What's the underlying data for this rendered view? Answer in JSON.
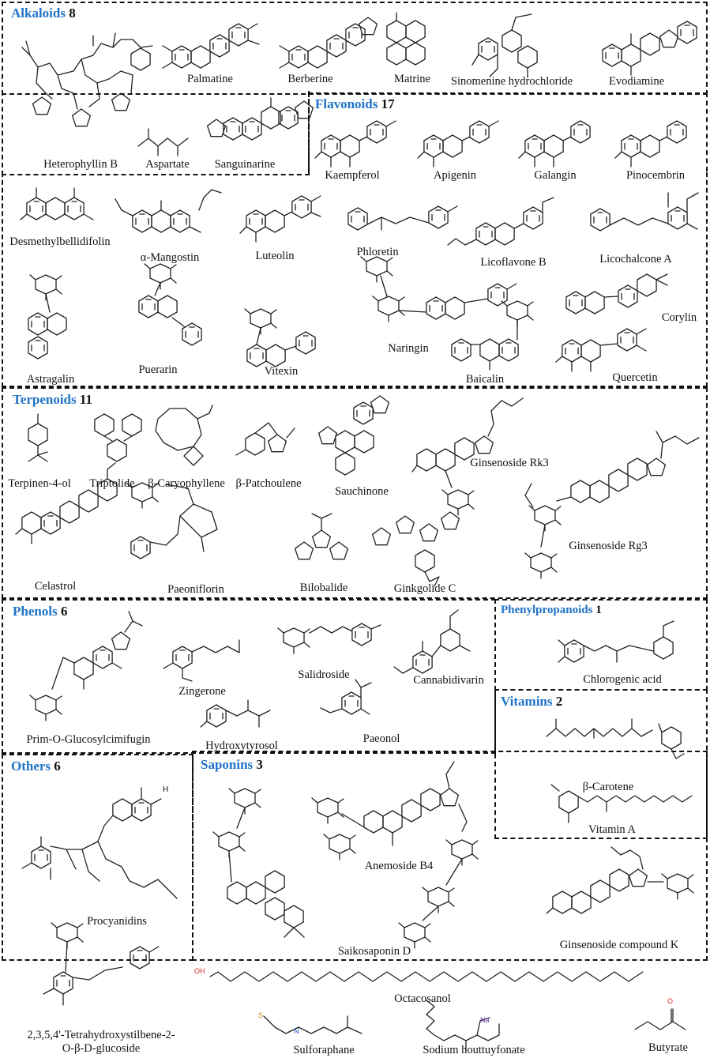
{
  "groups": {
    "alkaloids": {
      "name": "Alkaloids",
      "count": "8"
    },
    "flavonoids": {
      "name": "Flavonoids",
      "count": "17"
    },
    "terpenoids": {
      "name": "Terpenoids",
      "count": "11"
    },
    "phenols": {
      "name": "Phenols",
      "count": "6"
    },
    "phenylpropanoids": {
      "name": "Phenylpropanoids",
      "count": "1"
    },
    "vitamins": {
      "name": "Vitamins",
      "count": "2"
    },
    "others": {
      "name": "Others",
      "count": "6"
    },
    "saponins": {
      "name": "Saponins",
      "count": "3"
    }
  },
  "compounds": {
    "palmatine": "Palmatine",
    "berberine": "Berberine",
    "matrine": "Matrine",
    "sinomenine": "Sinomenine hydrochloride",
    "evodiamine": "Evodiamine",
    "heterophyllin": "Heterophyllin B",
    "aspartate": "Aspartate",
    "sanguinarine": "Sanguinarine",
    "kaempferol": "Kaempferol",
    "apigenin": "Apigenin",
    "galangin": "Galangin",
    "pinocembrin": "Pinocembrin",
    "desmethylbellidifolin": "Desmethylbellidifolin",
    "mangostin": "α-Mangostin",
    "luteolin": "Luteolin",
    "phloretin": "Phloretin",
    "licoflavone": "Licoflavone B",
    "licochalcone": "Licochalcone A",
    "astragalin": "Astragalin",
    "puerarin": "Puerarin",
    "vitexin": "Vitexin",
    "naringin": "Naringin",
    "baicalin": "Baicalin",
    "quercetin": "Quercetin",
    "corylin": "Corylin",
    "terpinen": "Terpinen-4-ol",
    "triptolide": "Triptolide",
    "caryophyllene": "β-Caryophyllene",
    "patchoulene": "β-Patchoulene",
    "sauchinone": "Sauchinone",
    "rk3": "Ginsenoside Rk3",
    "rg3": "Ginsenoside Rg3",
    "celastrol": "Celastrol",
    "paeoniflorin": "Paeoniflorin",
    "bilobalide": "Bilobalide",
    "ginkgolide": "Ginkgolide C",
    "zingerone": "Zingerone",
    "salidroside": "Salidroside",
    "cannabidivarin": "Cannabidivarin",
    "primglucosyl": "Prim-O-Glucosylcimifugin",
    "hydroxytyrosol": "Hydroxytyrosol",
    "paeonol": "Paeonol",
    "chlorogenic": "Chlorogenic acid",
    "carotene": "β-Carotene",
    "vitamina": "Vitamin A",
    "procyanidins": "Procyanidins",
    "anemoside": "Anemoside B4",
    "saikosaponin": "Saikosaponin D",
    "compoundk": "Ginsenoside compound K",
    "tetrahydroxy1": "2,3,5,4'-Tetrahydroxystilbene-2-",
    "tetrahydroxy2": "O-β-D-glucoside",
    "octacosanol": "Octacosanol",
    "sulforaphane": "Sulforaphane",
    "houttuyfonate": "Sodium houttuyfonate",
    "butyrate": "Butyrate"
  },
  "atom_labels": {
    "oxygen": "O",
    "nitrogen": "N",
    "hydroxyl": "OH",
    "hydrogen": "H",
    "sulfur": "S",
    "sodium": "Na"
  }
}
